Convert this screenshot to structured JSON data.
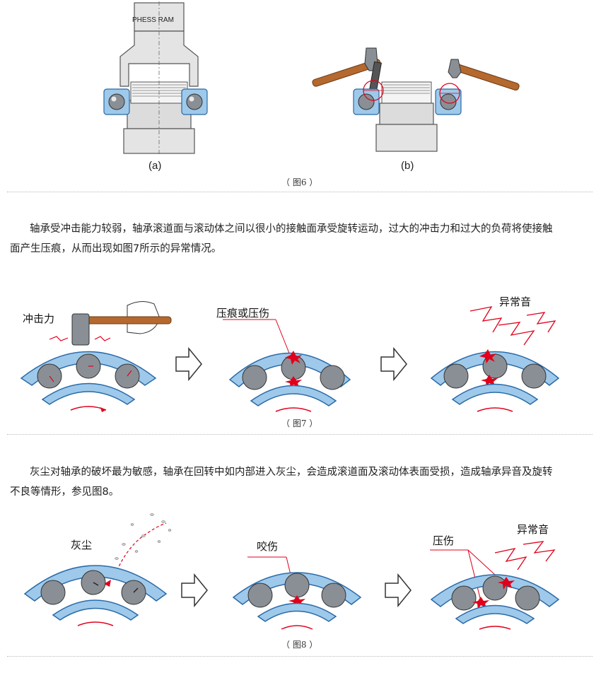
{
  "fig6": {
    "ram_label": "PHESS RAM",
    "sub_a": "(a)",
    "sub_b": "(b)",
    "caption": "（ 图6 ）"
  },
  "para1": {
    "line1": "轴承受冲击能力较弱，轴承滚道面与滚动体之间以很小的接触面承受旋转运动，过大的冲击力和过大的负荷将使接触",
    "line2": "面产生压痕，从而出现如图7所示的异常情况。"
  },
  "fig7": {
    "impact_label": "冲击力",
    "dent_label": "压痕或压伤",
    "noise_label": "异常音",
    "caption": "（ 图7 ）"
  },
  "para2": {
    "line1": "灰尘对轴承的破坏最为敏感，轴承在回转中如内部进入灰尘，会造成滚道面及滚动体表面受损，造成轴承异音及旋转",
    "line2": "不良等情形，参见图8。"
  },
  "fig8": {
    "dust_label": "灰尘",
    "bite_label": "咬伤",
    "crush_label": "压伤",
    "noise_label": "异常音",
    "caption": "（ 图8 ）"
  },
  "colors": {
    "race_blue": "#9ec9ea",
    "race_stroke": "#2a6aa8",
    "ball_gray": "#8a8f96",
    "accent_red": "#e0001b",
    "hammer_wood": "#b5692e"
  }
}
